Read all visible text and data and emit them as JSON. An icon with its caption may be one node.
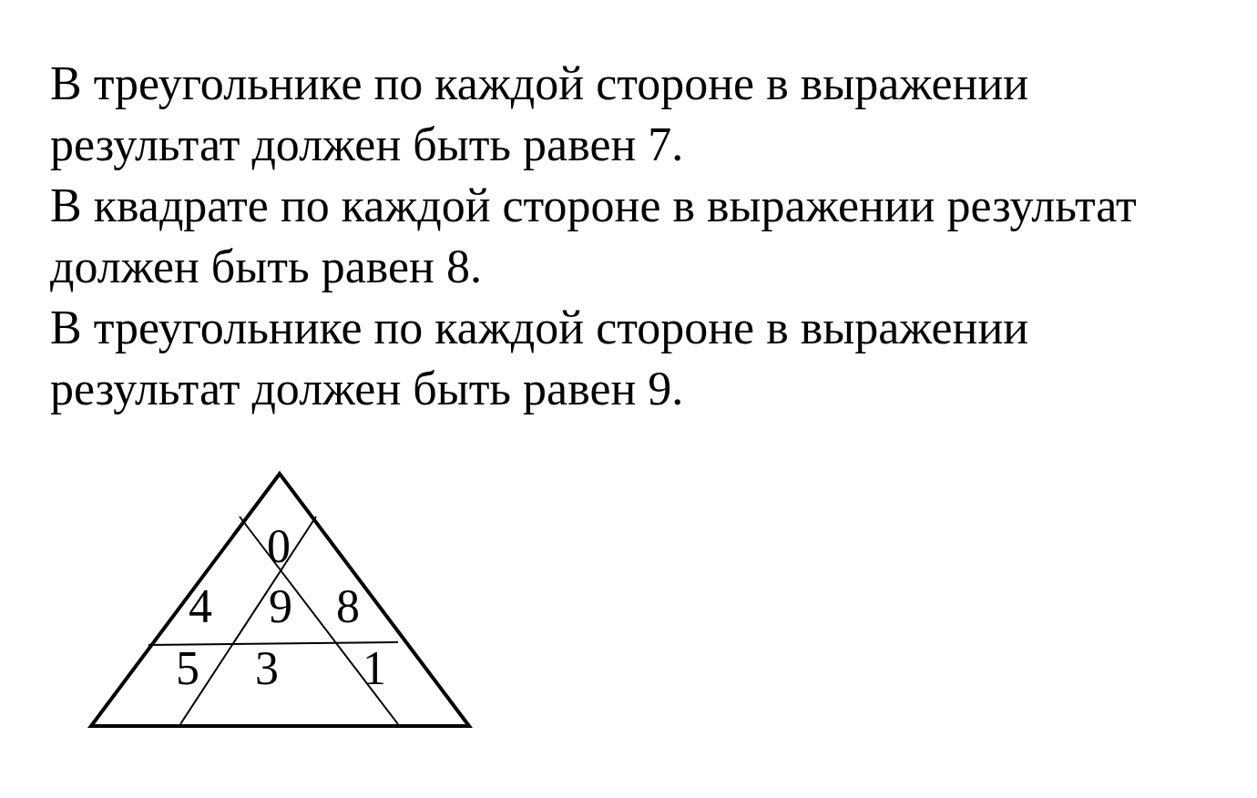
{
  "diagram": {
    "labels": [
      "В треугольнике по каждой стороне в выражении результат должен быть равен 7.",
      "В квадрате по каждой стороне в выражении результат должен быть равен 8.",
      "В треугольнике по каждой стороне в выражении результат должен быть равен 9.",
      "0",
      "4",
      "9",
      "8",
      "5",
      "3",
      "1"
    ]
  }
}
